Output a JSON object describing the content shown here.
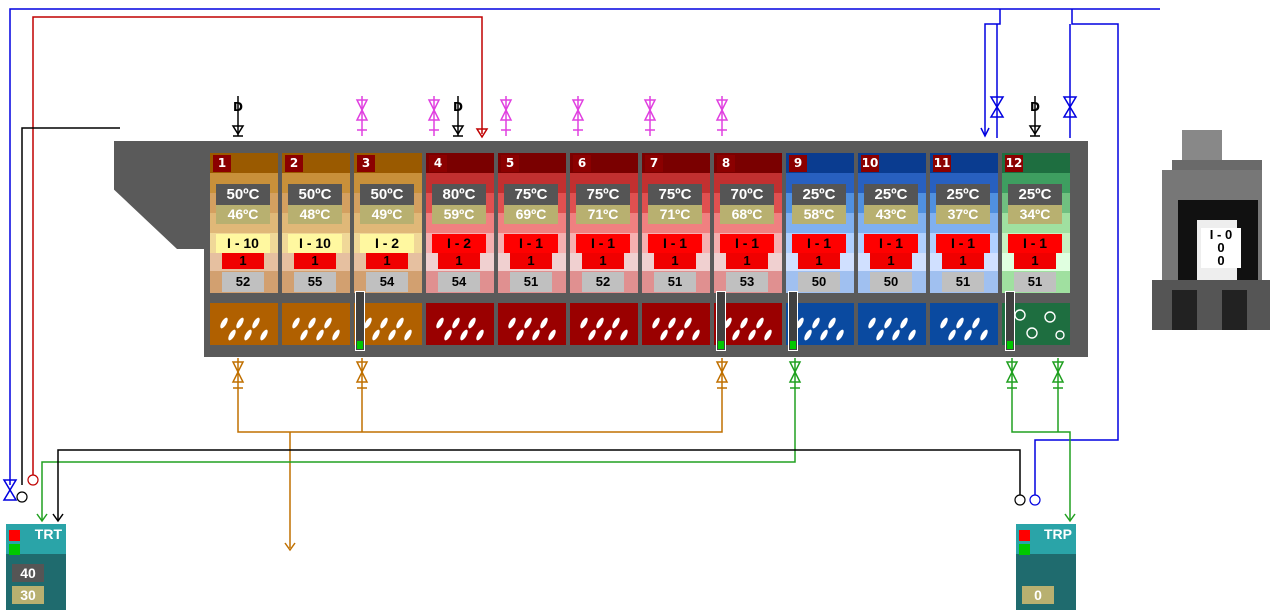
{
  "colors": {
    "brown": "#b36a00",
    "darkred": "#a00000",
    "blue": "#1050b0",
    "green": "#1e6e40",
    "inlet_pink": "#e040e0",
    "pipe_red": "#c00000",
    "pipe_blue": "#0000e0",
    "pipe_green": "#20a020",
    "pipe_brown": "#c07000"
  },
  "cells": [
    {
      "num": "1",
      "set": "50ºC",
      "act": "46ºC",
      "prog": "I - 10",
      "step": "1",
      "count": "52",
      "theme": "brown"
    },
    {
      "num": "2",
      "set": "50ºC",
      "act": "48ºC",
      "prog": "I - 10",
      "step": "1",
      "count": "55",
      "theme": "brown"
    },
    {
      "num": "3",
      "set": "50ºC",
      "act": "49ºC",
      "prog": "I - 2",
      "step": "1",
      "count": "54",
      "theme": "brown"
    },
    {
      "num": "4",
      "set": "80ºC",
      "act": "59ºC",
      "prog": "I - 2",
      "step": "1",
      "count": "54",
      "theme": "darkred"
    },
    {
      "num": "5",
      "set": "75ºC",
      "act": "69ºC",
      "prog": "I - 1",
      "step": "1",
      "count": "51",
      "theme": "darkred"
    },
    {
      "num": "6",
      "set": "75ºC",
      "act": "71ºC",
      "prog": "I - 1",
      "step": "1",
      "count": "52",
      "theme": "darkred"
    },
    {
      "num": "7",
      "set": "75ºC",
      "act": "71ºC",
      "prog": "I - 1",
      "step": "1",
      "count": "51",
      "theme": "darkred"
    },
    {
      "num": "8",
      "set": "70ºC",
      "act": "68ºC",
      "prog": "I - 1",
      "step": "1",
      "count": "53",
      "theme": "darkred"
    },
    {
      "num": "9",
      "set": "25ºC",
      "act": "58ºC",
      "prog": "I - 1",
      "step": "1",
      "count": "50",
      "theme": "blue"
    },
    {
      "num": "10",
      "set": "25ºC",
      "act": "43ºC",
      "prog": "I - 1",
      "step": "1",
      "count": "50",
      "theme": "blue"
    },
    {
      "num": "11",
      "set": "25ºC",
      "act": "37ºC",
      "prog": "I - 1",
      "step": "1",
      "count": "51",
      "theme": "blue"
    },
    {
      "num": "12",
      "set": "25ºC",
      "act": "34ºC",
      "prog": "I - 1",
      "step": "1",
      "count": "51",
      "theme": "green"
    }
  ],
  "dosing_label": "D",
  "tanks": {
    "trt": {
      "name": "TRT",
      "value1": "40",
      "value2": "30"
    },
    "trp": {
      "name": "TRP",
      "value1": "",
      "value2": "0"
    }
  },
  "press": {
    "line1": "I - 0",
    "line2": "0",
    "line3": "0"
  }
}
